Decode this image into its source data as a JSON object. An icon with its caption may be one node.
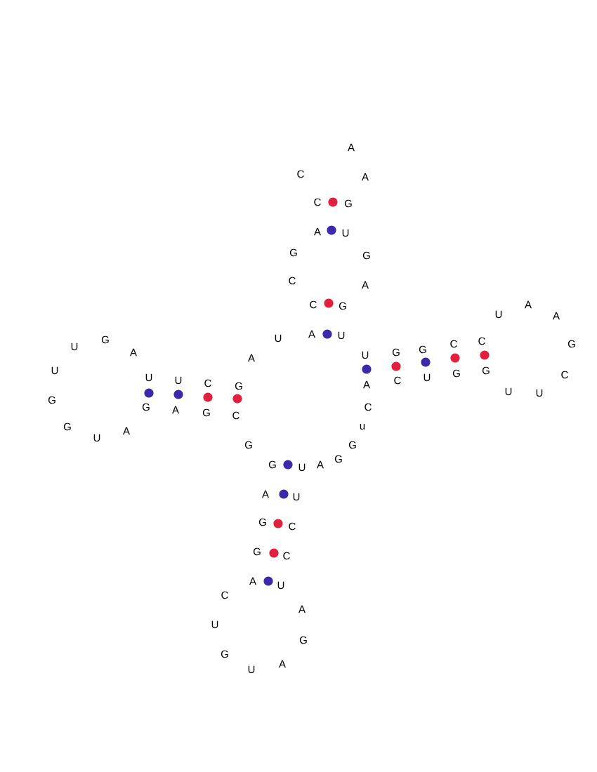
{
  "diagram": {
    "labels": [
      "A",
      "C",
      "A",
      "C",
      "G",
      "A",
      "U",
      "G",
      "G",
      "C",
      "A",
      "A",
      "C",
      "G",
      "U",
      "A",
      "A",
      "U",
      "U",
      "G",
      "C",
      "G",
      "U",
      "C",
      "G",
      "A",
      "G",
      "U",
      "A",
      "U",
      "G",
      "C",
      "U",
      "G",
      "U",
      "U",
      "C",
      "C",
      "G",
      "A",
      "U",
      "U",
      "G",
      "G",
      "C",
      "A",
      "G",
      "C",
      "u",
      "G",
      "A",
      "U",
      "G",
      "G",
      "G",
      "G",
      "A",
      "U",
      "A",
      "U",
      "G",
      "C",
      "G",
      "C",
      "A",
      "U",
      "C",
      "A",
      "U",
      "G",
      "G",
      "A",
      "U"
    ]
  }
}
